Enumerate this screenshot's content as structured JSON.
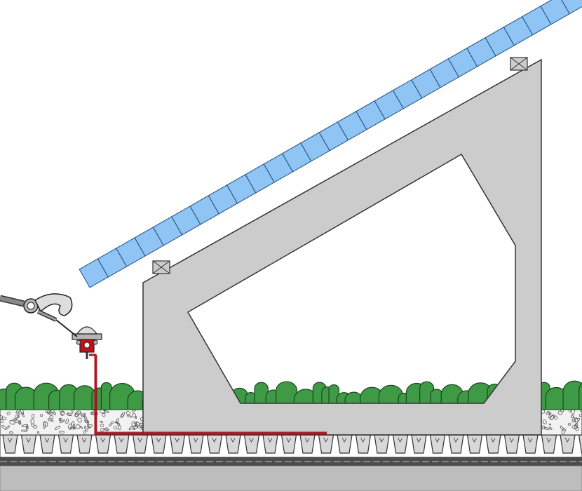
{
  "colors": {
    "background": "#ffffff",
    "concrete_frame": "#cccccc",
    "outline": "#333333",
    "solar_panel": "#8fc4f5",
    "solar_panel_outline": "#1c4f7c",
    "vegetation": "#3f9a45",
    "vegetation_outline": "#173d1a",
    "gravel": "#f2f2f2",
    "drainage_board": "#d8d8d8",
    "membrane": "#555555",
    "roof_deck": "#bdbdbd",
    "safety_line": "#c0101a",
    "anchor_metal": "#b5b5b5"
  },
  "diagram": {
    "components": [
      {
        "name": "solar-module-row",
        "icon": "solar-panel"
      },
      {
        "name": "panel-clamp-upper",
        "icon": "clamp"
      },
      {
        "name": "panel-clamp-lower",
        "icon": "clamp"
      },
      {
        "name": "concrete-ballast-frame",
        "icon": "frame"
      },
      {
        "name": "green-roof-vegetation",
        "icon": "plants"
      },
      {
        "name": "gravel-substrate-layer",
        "icon": "gravel"
      },
      {
        "name": "drainage-board-layer",
        "icon": "drainage"
      },
      {
        "name": "waterproof-membrane",
        "icon": "membrane"
      },
      {
        "name": "roof-deck",
        "icon": "deck"
      },
      {
        "name": "fall-arrest-anchor",
        "icon": "anchor"
      },
      {
        "name": "safety-lanyard-with-hook",
        "icon": "carabiner"
      },
      {
        "name": "anchor-tie-rail",
        "icon": "rail"
      }
    ],
    "panel_cell_count": 27
  }
}
